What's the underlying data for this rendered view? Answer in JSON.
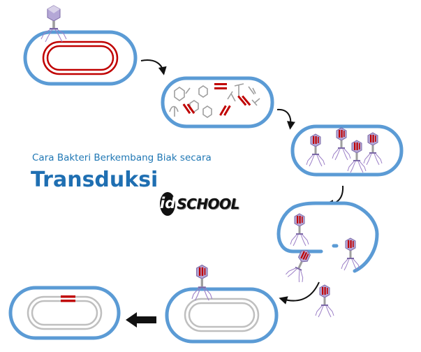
{
  "subtitle": "Cara Bakteri Berkembang Biak secara",
  "title": "Transduksi",
  "logo": {
    "id": "id",
    "school": "SCHOOL"
  },
  "colors": {
    "cell_wall": "#5b9bd5",
    "bacterial_dna": "#c00000",
    "recombined_dna": "#bfbfbf",
    "phage_head": "#b4a7d6",
    "phage_tail": "#7b68a6",
    "arrow": "#111111"
  },
  "icons": [
    "bacteriophage-icon",
    "curved-arrow-icon",
    "block-arrow-left-icon"
  ]
}
